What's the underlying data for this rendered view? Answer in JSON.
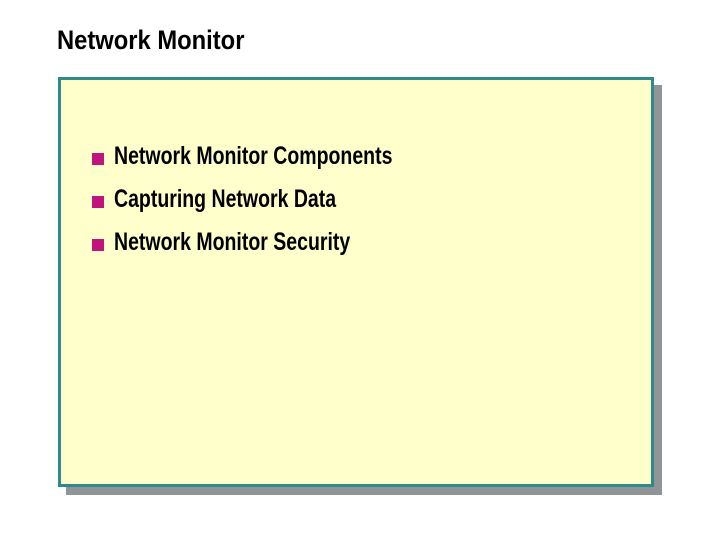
{
  "slide": {
    "title": "Network Monitor",
    "bullets": [
      {
        "text": "Network Monitor Components"
      },
      {
        "text": "Capturing Network Data"
      },
      {
        "text": "Network Monitor Security"
      }
    ]
  },
  "colors": {
    "page_background": "#FFFFFF",
    "title_color": "#000000",
    "box_background": "#FFFFCC",
    "box_border": "#2E8B8A",
    "box_shadow": "#8F9496",
    "bullet_accent": "#C0137B"
  }
}
